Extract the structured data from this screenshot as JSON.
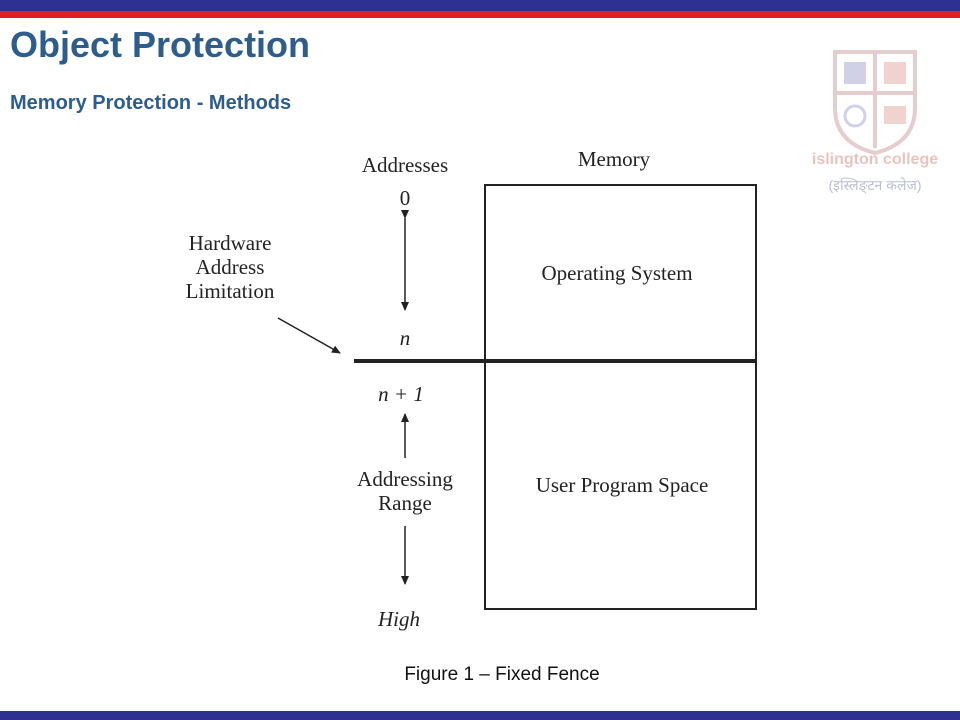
{
  "slide": {
    "title": "Object Protection",
    "subtitle": "Memory Protection - Methods",
    "caption": "Figure 1 – Fixed Fence"
  },
  "logo": {
    "name_en": "islington college",
    "name_local": "(इस्लिङ्टन कलेज)"
  },
  "diagram": {
    "addresses_label": "Addresses",
    "memory_label": "Memory",
    "addr_zero": "0",
    "addr_n": "n",
    "addr_n_plus_1": "n + 1",
    "addr_high": "High",
    "hardware_label_line1": "Hardware",
    "hardware_label_line2": "Address",
    "hardware_label_line3": "Limitation",
    "addressing_label_line1": "Addressing",
    "addressing_label_line2": "Range",
    "os_region": "Operating System",
    "user_region": "User Program Space"
  },
  "colors": {
    "brand_blue": "#2e3192",
    "brand_red": "#e31e24",
    "title_blue": "#2e5d8c"
  }
}
